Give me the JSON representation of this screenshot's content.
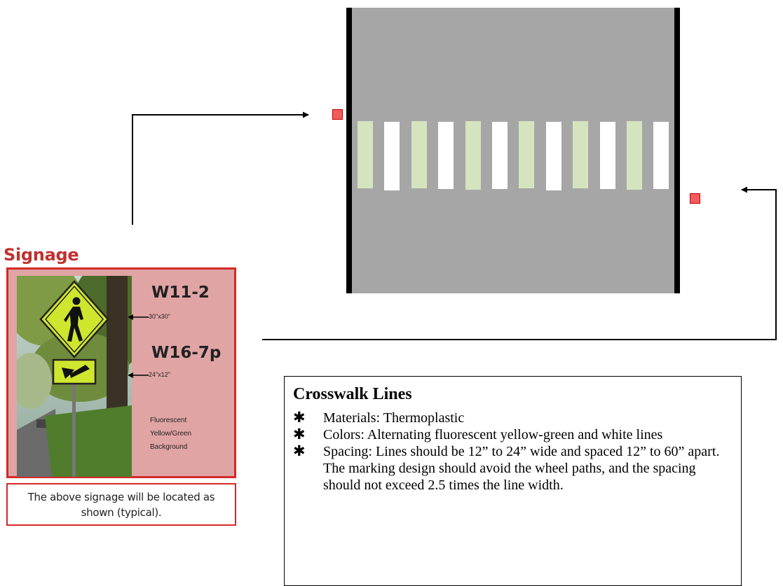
{
  "crosswalk": {
    "stripes": [
      "yellow-green",
      "white",
      "yellow-green",
      "white",
      "yellow-green",
      "white",
      "yellow-green",
      "white",
      "yellow-green",
      "white",
      "yellow-green",
      "white"
    ],
    "colors": {
      "road": "#a6a6a6",
      "curb": "#000000",
      "stripe_yellow_green": "#d5e4bf",
      "stripe_white": "#ffffff",
      "sign_marker": "#f25c5c"
    }
  },
  "signage": {
    "title": "Signage",
    "sign1_code": "W11-2",
    "sign1_size": "30\"x30\"",
    "sign2_code": "W16-7p",
    "sign2_size": "24\"x12\"",
    "note": [
      "Fluorescent",
      "Yellow/Green",
      "Background"
    ],
    "caption": "The above signage will be located as shown (typical).",
    "colors": {
      "title": "#c0312f",
      "panel_bg": "#e0a4a4",
      "border": "#d32a2a"
    }
  },
  "crosswalk_lines": {
    "title": "Crosswalk Lines",
    "bullet_symbol": "✱",
    "items": [
      "Materials:  Thermoplastic",
      "Colors:  Alternating fluorescent yellow-green and white lines",
      "Spacing:  Lines should be 12” to 24” wide and spaced 12” to 60” apart.  The marking design should avoid the wheel paths, and the spacing should not exceed 2.5 times the line width."
    ]
  }
}
